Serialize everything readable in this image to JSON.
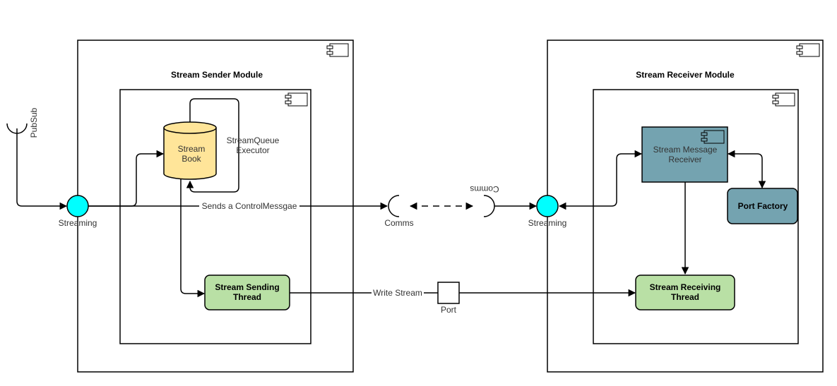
{
  "modules": {
    "sender_title": "Stream Sender Module",
    "receiver_title": "Stream Receiver Module"
  },
  "nodes": {
    "stream_book_line1": "Stream",
    "stream_book_line2": "Book",
    "executor_line1": "StreamQueue",
    "executor_line2": "Executor",
    "sending_thread_line1": "Stream Sending",
    "sending_thread_line2": "Thread",
    "message_receiver_line1": "Stream Message",
    "message_receiver_line2": "Receiver",
    "port_factory": "Port Factory",
    "receiving_thread_line1": "Stream Receiving",
    "receiving_thread_line2": "Thread"
  },
  "interfaces": {
    "pubsub": "PubSub",
    "streaming_left": "Streaming",
    "streaming_right": "Streaming",
    "comms_left": "Comms",
    "comms_right": "Comms",
    "port": "Port"
  },
  "edges": {
    "control_message": "Sends a ControlMessgae",
    "write_stream": "Write Stream"
  },
  "colors": {
    "interface_fill": "#00ffff",
    "stream_book_fill": "#ffe599",
    "thread_fill": "#b9e0a5",
    "receiver_fill": "#74a3b0"
  }
}
